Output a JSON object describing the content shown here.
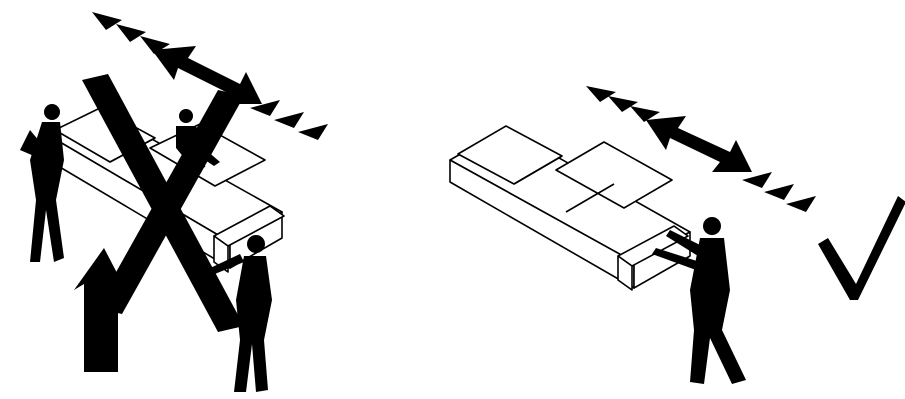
{
  "panels": [
    {
      "id": "wrong",
      "meaning": "incorrect",
      "people": 3,
      "symbol": "cross-mark-icon",
      "arrows": [
        "double-arrow-icon",
        "up-arrow-icon"
      ]
    },
    {
      "id": "right",
      "meaning": "correct",
      "people": 1,
      "symbol": "check-mark-icon",
      "arrows": [
        "double-arrow-icon"
      ]
    }
  ],
  "colors": {
    "ink": "#000000",
    "paper": "#ffffff"
  }
}
